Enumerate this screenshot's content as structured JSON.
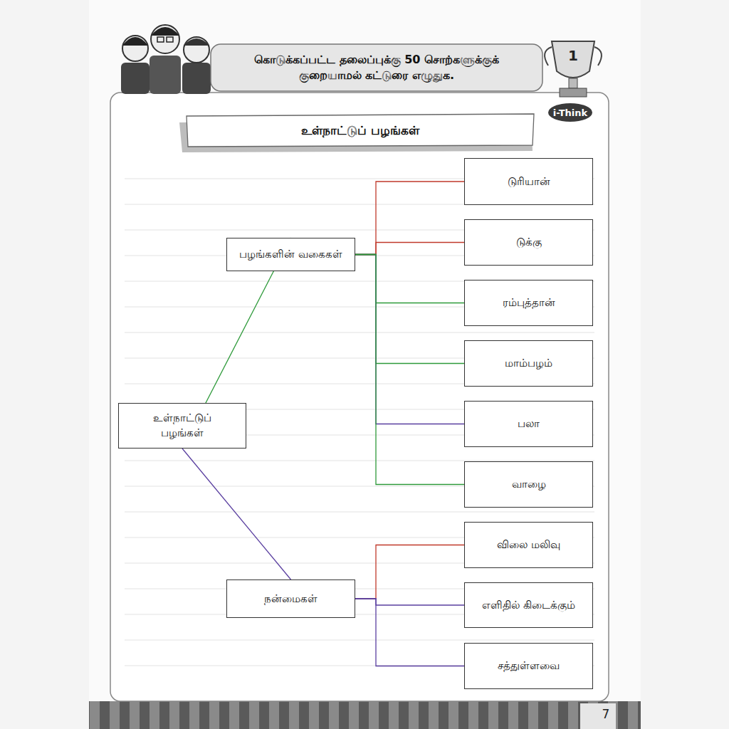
{
  "diagram": {
    "title": "உள்நாட்டுப் பழங்கள்",
    "nodes": [
      {
        "text": [
          "கொடுக்கப்பட்ட தலைப்புக்கு 50 சொற்களுக்குக் குறையாமல் கட்டுரை எழுதுக."
        ]
      },
      {
        "text": [
          "உள்நாட்டுப் பழங்கள்"
        ]
      },
      {
        "text": [
          "பழங்களின் வகைகள்"
        ]
      },
      {
        "text": [
          "டுரியான்"
        ]
      },
      {
        "text": [
          "டுக்கு"
        ]
      },
      {
        "text": [
          "ரம்புத்தான்"
        ]
      },
      {
        "text": [
          "மாம்பழம்"
        ]
      },
      {
        "text": [
          "பலா"
        ]
      },
      {
        "text": [
          "வாழை"
        ]
      },
      {
        "text": [
          "நன்மைகள்"
        ]
      },
      {
        "text": [
          "விலை மலிவு"
        ]
      },
      {
        "text": [
          "எளிதில் கிடைக்கும்"
        ]
      },
      {
        "text": [
          "சத்துள்ளவை"
        ]
      }
    ],
    "edges": [
      {
        "from": 1,
        "to": 2,
        "arrow": "none"
      },
      {
        "from": 1,
        "to": 9,
        "arrow": "none"
      },
      {
        "from": 2,
        "to": 3,
        "arrow": "none"
      },
      {
        "from": 2,
        "to": 4,
        "arrow": "none"
      },
      {
        "from": 2,
        "to": 5,
        "arrow": "none"
      },
      {
        "from": 2,
        "to": 6,
        "arrow": "none"
      },
      {
        "from": 2,
        "to": 7,
        "arrow": "none"
      },
      {
        "from": 2,
        "to": 8,
        "arrow": "none"
      },
      {
        "from": 9,
        "to": 10,
        "arrow": "none"
      },
      {
        "from": 9,
        "to": 11,
        "arrow": "none"
      },
      {
        "from": 9,
        "to": 12,
        "arrow": "none"
      }
    ],
    "labels": [
      "i-Think",
      "1",
      "7"
    ]
  }
}
